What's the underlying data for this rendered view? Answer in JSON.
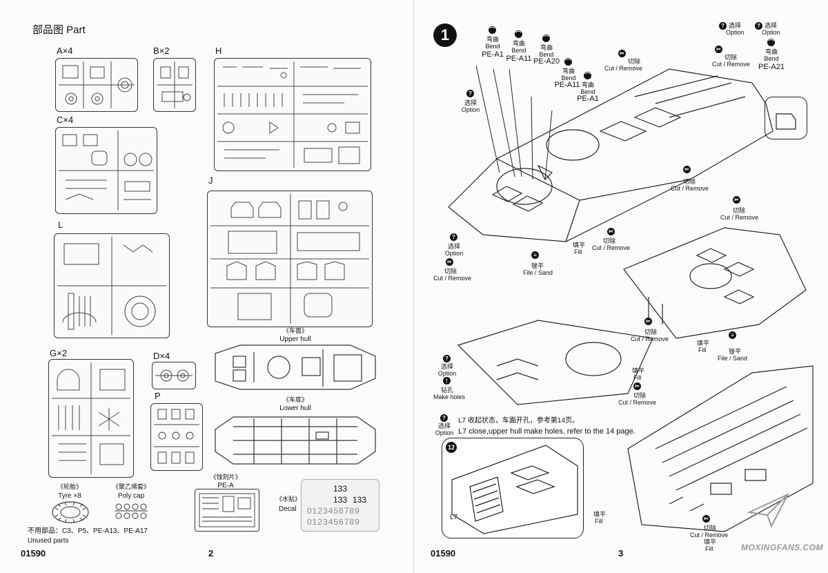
{
  "left_page": {
    "title": "部品图 Part",
    "sprues": {
      "A": "A×4",
      "B": "B×2",
      "H": "H",
      "C": "C×4",
      "J": "J",
      "L": "L",
      "G": "G×2",
      "D": "D×4",
      "P": "P"
    },
    "hull": {
      "upper_cn": "《车面》",
      "upper_en": "Upper hull",
      "lower_cn": "《车底》",
      "lower_en": "Lower hull"
    },
    "pe": {
      "cn": "《蚀刻片》",
      "label": "PE-A"
    },
    "decal": {
      "cn": "《水贴》",
      "en": "Decal",
      "numbers": "0123456789",
      "tag": "133"
    },
    "tyre": {
      "cn": "《轮胎》",
      "en": "Tyre ×8"
    },
    "polycap": {
      "cn": "《聚乙烯套》",
      "en": "Poly cap"
    },
    "unused": {
      "cn": "不用部品：",
      "parts": "C3、P5、PE-A13、PE-A17",
      "en": "Unused parts"
    },
    "code": "01590",
    "page_number": "2"
  },
  "right_page": {
    "step": "1",
    "callouts": {
      "bend_cn": "弯曲",
      "bend_en": "Bend",
      "option_cn": "选择",
      "option_en": "Option",
      "cut_cn": "切除",
      "cut_en": "Cut / Remove",
      "fill_cn": "填平",
      "fill_en": "Fill",
      "file_cn": "锉平",
      "file_en": "File / Sand",
      "holes_cn": "钻孔",
      "holes_en": "Make holes"
    },
    "pe_parts": [
      "PE-A1",
      "PE-A11",
      "PE-A20",
      "PE-A11",
      "PE-A1",
      "PE-A21"
    ],
    "note_cn": "L7  收起状态，车面开孔，参考第14页。",
    "note_en": "L7 close,upper hull make holes, refer to the 14 page.",
    "sub_step": "12",
    "sub_label": "L7",
    "code": "01590",
    "page_number": "3",
    "watermark": "MOXINGFANS.COM"
  },
  "colors": {
    "ink": "#111111",
    "paper": "#fbfbf9",
    "watermark": "#9a9a9a"
  }
}
